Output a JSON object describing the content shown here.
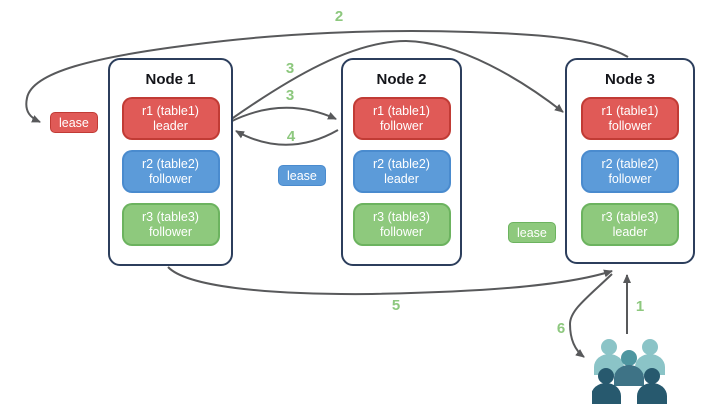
{
  "diagram": {
    "nodes": [
      {
        "title": "Node 1",
        "replicas": [
          {
            "name": "r1 (table1)",
            "role": "leader"
          },
          {
            "name": "r2 (table2)",
            "role": "follower"
          },
          {
            "name": "r3 (table3)",
            "role": "follower"
          }
        ]
      },
      {
        "title": "Node 2",
        "replicas": [
          {
            "name": "r1 (table1)",
            "role": "follower"
          },
          {
            "name": "r2 (table2)",
            "role": "leader"
          },
          {
            "name": "r3 (table3)",
            "role": "follower"
          }
        ]
      },
      {
        "title": "Node 3",
        "replicas": [
          {
            "name": "r1 (table1)",
            "role": "follower"
          },
          {
            "name": "r2 (table2)",
            "role": "follower"
          },
          {
            "name": "r3 (table3)",
            "role": "leader"
          }
        ]
      }
    ],
    "leases": {
      "table1": "lease",
      "table2": "lease",
      "table3": "lease"
    },
    "steps": {
      "s1": "1",
      "s2": "2",
      "s3a": "3",
      "s3b": "3",
      "s4": "4",
      "s5": "5",
      "s6": "6"
    },
    "colors": {
      "table1_fill": "#E05A57",
      "table1_border": "#C13B35",
      "table2_fill": "#5C9BD9",
      "table2_border": "#4A8BCE",
      "table3_fill": "#8EC97D",
      "table3_border": "#6CB35F",
      "node_border": "#2C3E5C",
      "arrow": "#58595B",
      "step_label": "#8DC87E",
      "users_light": "#8BC4C7",
      "users_medium": "#4E96A0",
      "users_dark": "#27596E"
    }
  }
}
